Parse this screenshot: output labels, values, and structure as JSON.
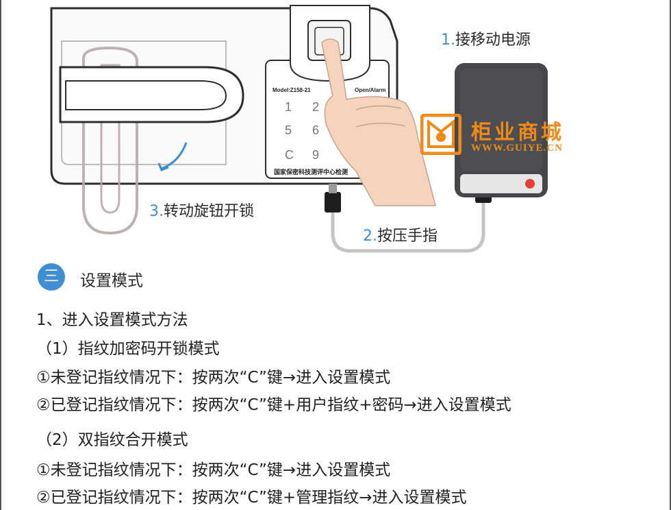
{
  "steps": {
    "step1": {
      "num": "1.",
      "text": "接移动电源"
    },
    "step2": {
      "num": "2.",
      "text": "按压手指"
    },
    "step3": {
      "num": "3.",
      "text": "转动旋钮开锁"
    }
  },
  "device": {
    "model": "Model:Z158-21",
    "open_alarm": "Open/Alarm",
    "keys": [
      "1",
      "2",
      "5",
      "6",
      "C",
      "9"
    ],
    "footer": "国家保密科技测评中心检测"
  },
  "watermark": {
    "title": "柜业商城",
    "url": "WWW.GUIYE.CN"
  },
  "section": {
    "badge": "三",
    "title": "设置模式"
  },
  "lines": [
    "1、进入设置模式方法",
    "（1）指纹加密码开锁模式",
    "①未登记指纹情况下：按两次“C”键→进入设置模式",
    "②已登记指纹情况下：按两次“C”键+用户指纹+密码→进入设置模式",
    "（2）双指纹合开模式",
    "①未登记指纹情况下：按两次“C”键→进入设置模式",
    "②已登记指纹情况下：按两次“C”键+管理指纹→进入设置模式"
  ],
  "colors": {
    "accent": "#3b8fd0",
    "watermark": "#f28a1a",
    "power_bank": "#45474a",
    "power_button": "#e0413a"
  }
}
